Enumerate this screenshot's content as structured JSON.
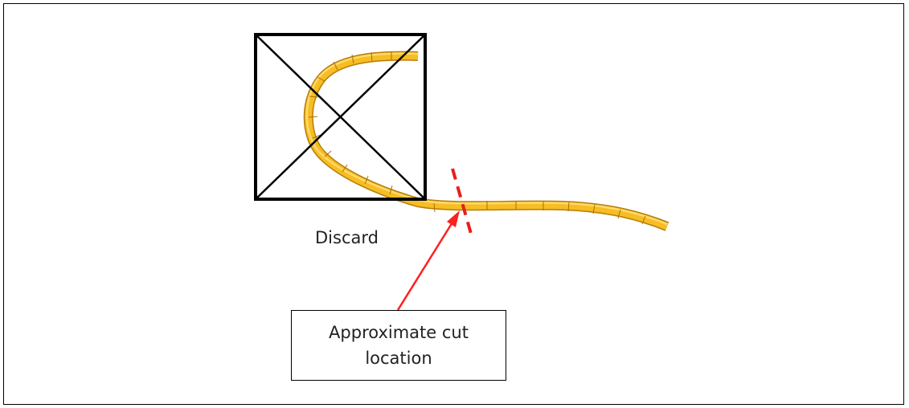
{
  "diagram": {
    "discard_label": "Discard",
    "callout": {
      "line1": "Approximate cut",
      "line2": "location"
    },
    "colors": {
      "cable": "#f2b21a",
      "cable_shade": "#c8870c",
      "cut_line": "#e81e1e",
      "arrow": "#ff2020",
      "discard_box": "#000000"
    }
  }
}
